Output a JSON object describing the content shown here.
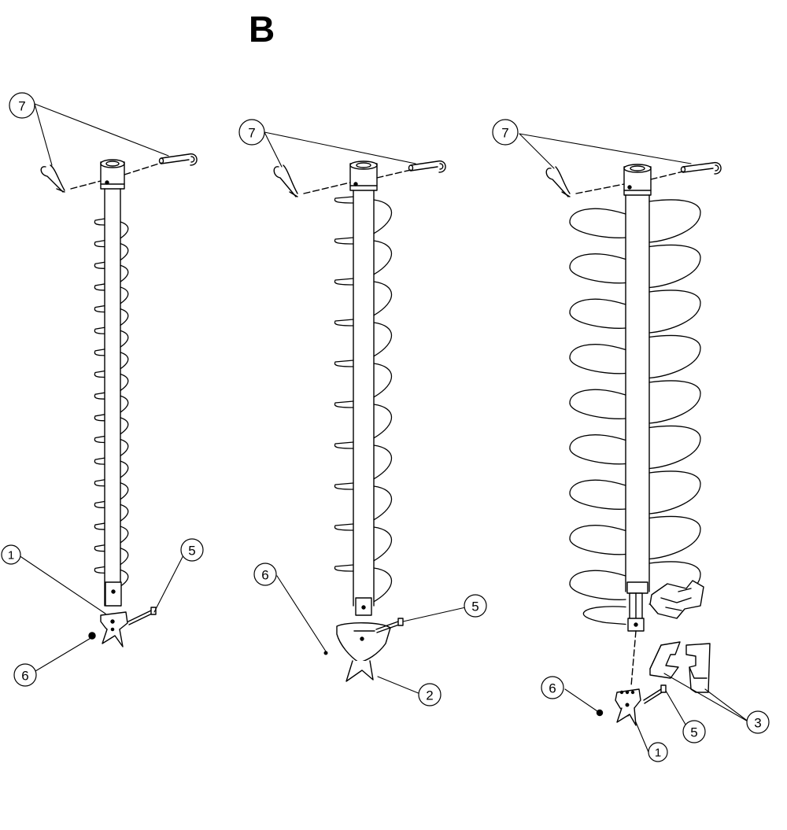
{
  "diagram": {
    "title": "B",
    "colors": {
      "ink": "#000000",
      "paper": "#ffffff"
    },
    "callouts": {
      "a1": "1",
      "a5": "5",
      "a6": "6",
      "a7": "7",
      "b2": "2",
      "b5": "5",
      "b6": "6",
      "b7": "7",
      "c1": "1",
      "c3": "3",
      "c5": "5",
      "c6": "6",
      "c7": "7"
    }
  }
}
